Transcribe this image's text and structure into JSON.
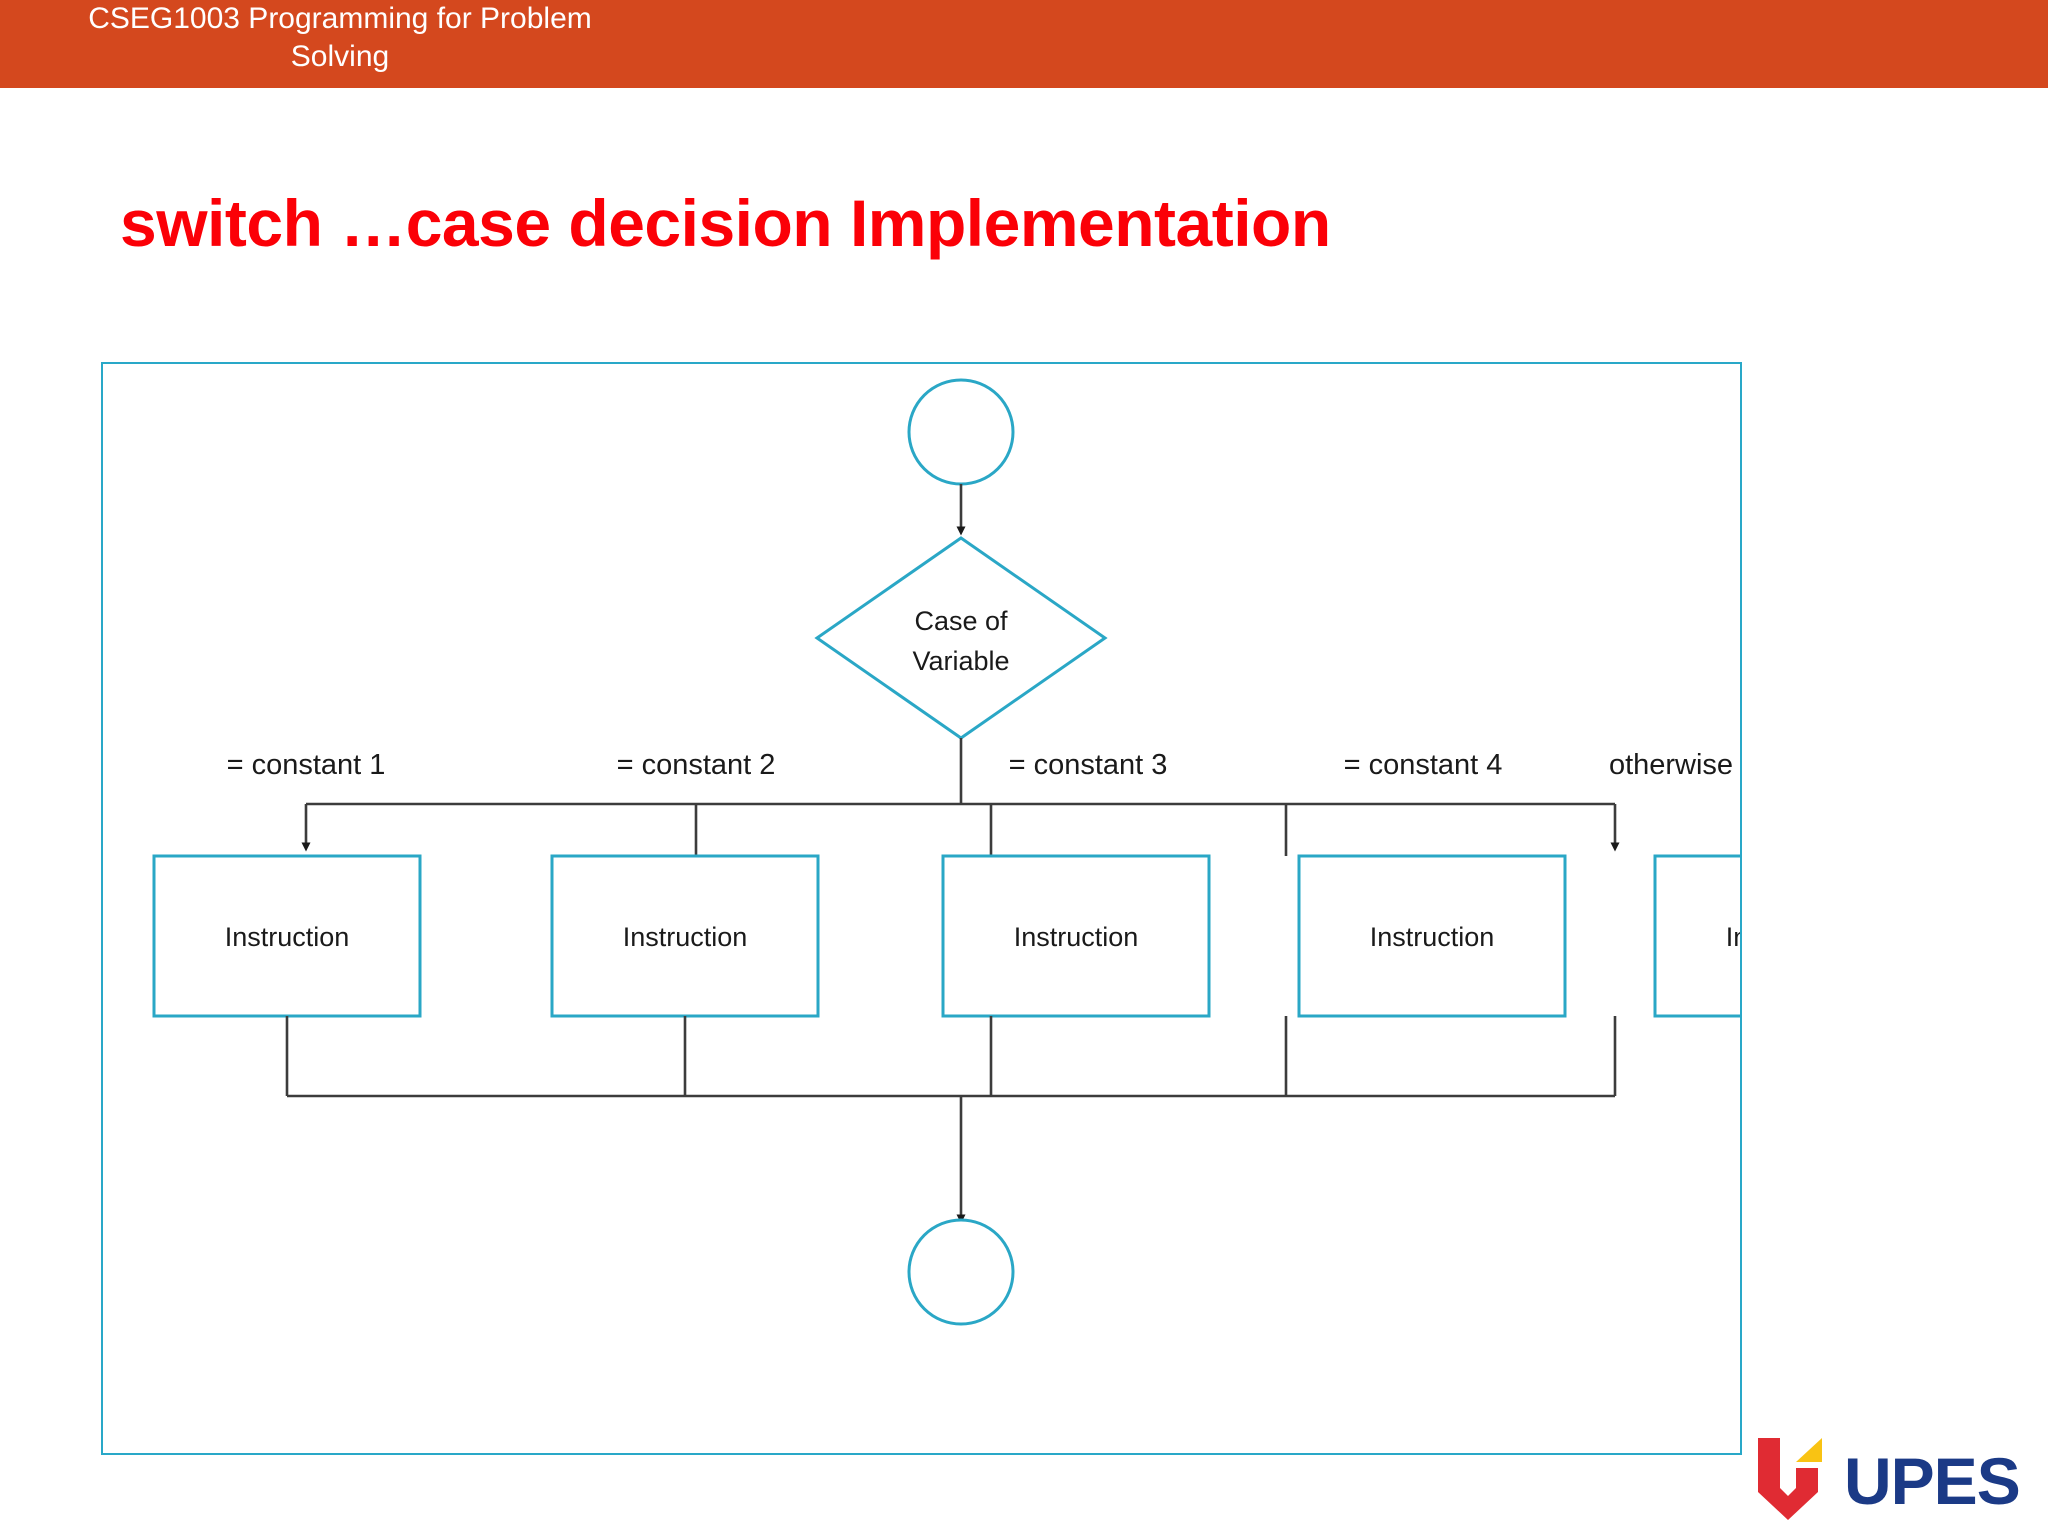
{
  "header": {
    "course_title": "CSEG1003 Programming for Problem\nSolving",
    "band_color": "#d4481e"
  },
  "slide": {
    "title": "switch …case decision Implementation",
    "title_color": "#fb0007"
  },
  "diagram": {
    "accent_color": "#2aa7c6",
    "connector_color": "#3c3c3c",
    "start_node": "",
    "decision": {
      "label_line1": "Case of",
      "label_line2": "Variable"
    },
    "branches": [
      {
        "label": "= constant 1",
        "box": "Instruction"
      },
      {
        "label": "= constant 2",
        "box": "Instruction"
      },
      {
        "label": "= constant 3",
        "box": "Instruction"
      },
      {
        "label": "= constant 4",
        "box": "Instruction"
      },
      {
        "label": "otherwise",
        "box": "Instruction"
      }
    ],
    "end_node": ""
  },
  "logo": {
    "text": "UPES",
    "text_color": "#1b3a86",
    "shield_color": "#e02b33",
    "accent_color": "#f9c313"
  }
}
